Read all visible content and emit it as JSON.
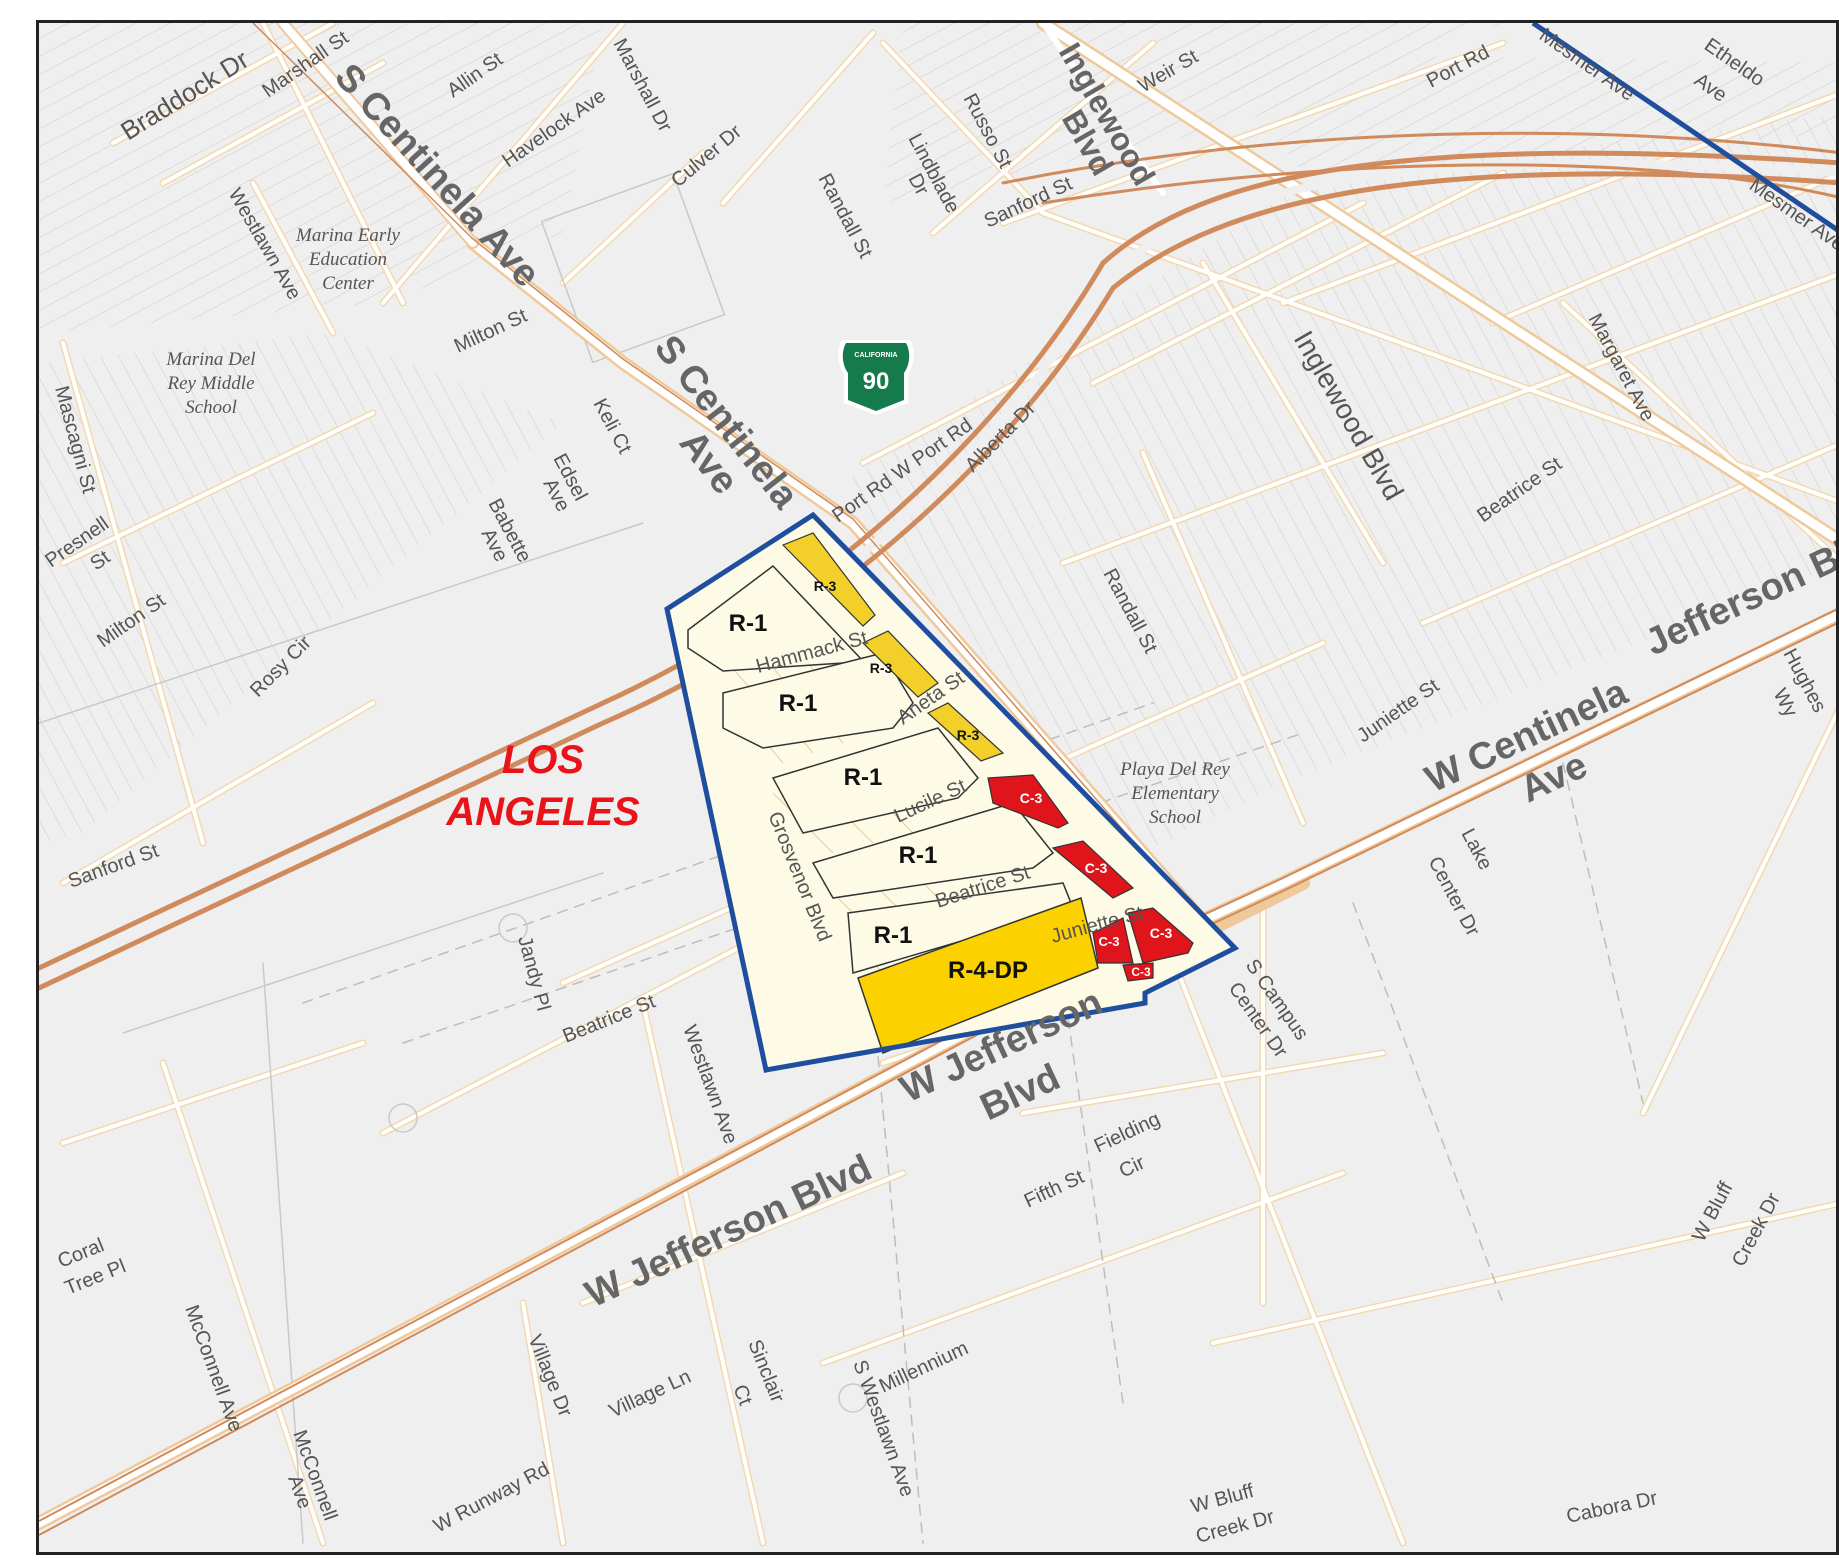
{
  "city": {
    "line1": "LOS",
    "line2": "ANGELES"
  },
  "highway": {
    "state": "CALIFORNIA",
    "number": "90"
  },
  "colors": {
    "background": "#efefef",
    "street": "#ffffff",
    "street_casing": "#f3d9b0",
    "freeway": "#d08a5c",
    "boundary": "#1f4e9e",
    "zone_r1": "#fdfbe6",
    "zone_r3": "#f3cf2a",
    "zone_r4dp": "#fcd100",
    "zone_c3": "#e0141b",
    "highway_shield": "#157a4c"
  },
  "zones": {
    "r1_a": "R-1",
    "r1_b": "R-1",
    "r1_c": "R-1",
    "r1_d": "R-1",
    "r1_e": "R-1",
    "r3_a": "R-3",
    "r3_b": "R-3",
    "r3_c": "R-3",
    "c3_a": "C-3",
    "c3_b": "C-3",
    "c3_c": "C-3",
    "c3_d": "C-3",
    "c3_e": "C-3",
    "r4dp": "R-4-DP"
  },
  "major_roads": {
    "s_centinela_upper": "S Centinela Ave",
    "s_centinela_mid_a": "S Centinela",
    "s_centinela_mid_b": "Ave",
    "inglewood_a": "Inglewood",
    "inglewood_b": "Blvd",
    "w_jefferson_a": "W Jefferson",
    "w_jefferson_b": "Blvd",
    "w_jefferson_long": "W Jefferson Blvd",
    "jefferson_right": "Jefferson Blvd",
    "w_centinela_a": "W Centinela",
    "w_centinela_b": "Ave"
  },
  "streets": {
    "braddock": "Braddock Dr",
    "marshall_st": "Marshall St",
    "allin": "Allin St",
    "havelock": "Havelock Ave",
    "marshall_dr": "Marshall Dr",
    "culver": "Culver Dr",
    "westlawn_top": "Westlawn Ave",
    "milton_top": "Milton St",
    "keli": "Keli Ct",
    "edsel_a": "Edsel",
    "edsel_b": "Ave",
    "babette_a": "Babette",
    "babette_b": "Ave",
    "mascagni": "Mascagni St",
    "presnell_a": "Presnell",
    "presnell_b": "St",
    "milton_left": "Milton St",
    "rosy": "Rosy Cir",
    "sanford_left": "Sanford St",
    "randall_top": "Randall St",
    "lindblade_a": "Lindblade",
    "lindblade_b": "Dr",
    "russo": "Russo St",
    "sanford_top": "Sanford St",
    "weir": "Weir St",
    "port_rd_top": "Port Rd",
    "mesmer_top": "Mesmer Ave",
    "mesmer_right": "Mesmer Ave",
    "etheldo_a": "Etheldo",
    "etheldo_b": "Ave",
    "port_rd_w": "Port Rd W Port Rd",
    "alberta": "Alberta Dr",
    "inglewood_lower": "Inglewood Blvd",
    "margaret": "Margaret Ave",
    "beatrice_right": "Beatrice St",
    "randall_mid": "Randall St",
    "juniette_right": "Juniette St",
    "hughes_a": "Hughes",
    "hughes_b": "Wy",
    "hammack": "Hammack St",
    "aneta": "Aneta St",
    "lucile": "Lucile St",
    "beatrice_inner": "Beatrice St",
    "juniette_inner": "Juniette St",
    "grosvenor": "Grosvenor Blvd",
    "jandy": "Jandy Pl",
    "beatrice_lower": "Beatrice St",
    "westlawn_lower": "Westlawn Ave",
    "s_campus_a": "S Campus",
    "s_campus_b": "Center Dr",
    "lake_a": "Lake",
    "lake_b": "Center Dr",
    "fielding_a": "Fielding",
    "fielding_b": "Cir",
    "fifth": "Fifth St",
    "millennium": "Millennium",
    "coral_a": "Coral",
    "coral_b": "Tree Pl",
    "mcconnell_ave": "McConnell Ave",
    "mcconnell_b_a": "McConnell",
    "mcconnell_b_b": "Ave",
    "village_dr": "Village Dr",
    "village_ln": "Village Ln",
    "sinclair_a": "Sinclair",
    "sinclair_b": "Ct",
    "s_westlawn": "S Westlawn Ave",
    "w_runway": "W Runway Rd",
    "w_bluff_a": "W Bluff",
    "w_bluff_b": "Creek Dr",
    "w_bluff_right_a": "W Bluff",
    "w_bluff_right_b": "Creek Dr",
    "cabora": "Cabora Dr"
  },
  "pois": {
    "marina_early_1": "Marina Early",
    "marina_early_2": "Education",
    "marina_early_3": "Center",
    "marina_ms_1": "Marina Del",
    "marina_ms_2": "Rey Middle",
    "marina_ms_3": "School",
    "playa_1": "Playa Del Rey",
    "playa_2": "Elementary",
    "playa_3": "School"
  }
}
